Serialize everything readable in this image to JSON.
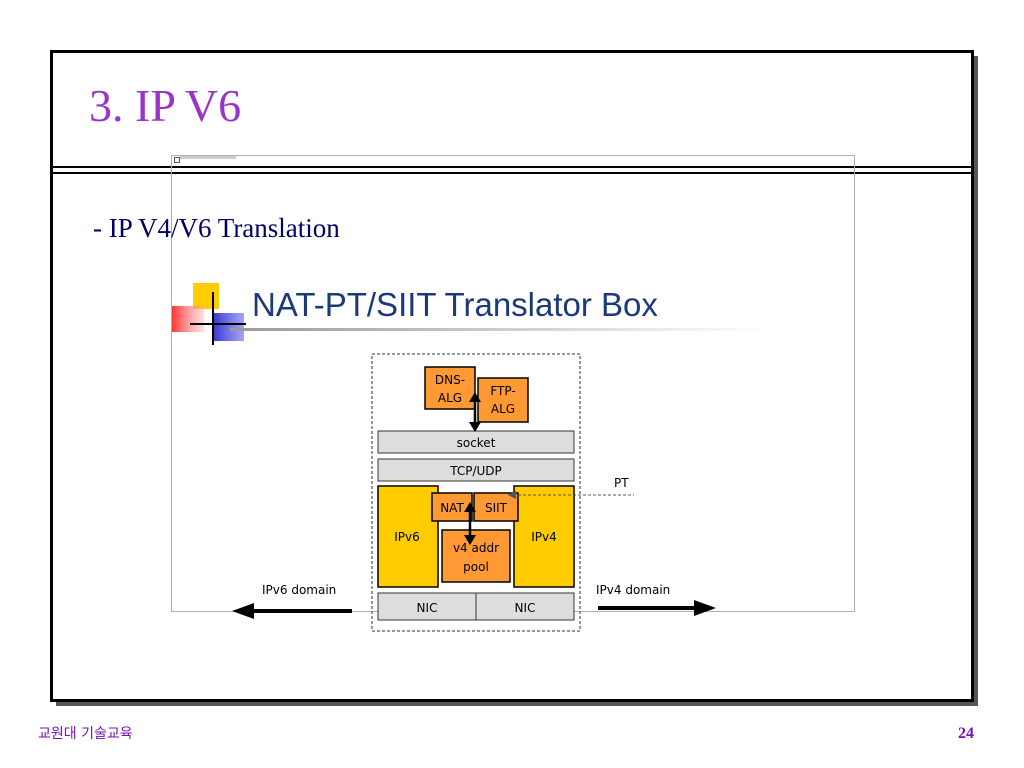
{
  "slide": {
    "title": "3. IP V6",
    "subtitle": "- IP V4/V6 Translation",
    "footer_org": "교원대 기술교육",
    "page_number": "24"
  },
  "figure": {
    "heading": "NAT-PT/SIIT Translator Box",
    "boxes": {
      "dns_alg_line1": "DNS-",
      "dns_alg_line2": "ALG",
      "ftp_alg_line1": "FTP-",
      "ftp_alg_line2": "ALG",
      "socket": "socket",
      "tcp_udp": "TCP/UDP",
      "nat": "NAT",
      "siit": "SIIT",
      "ipv6": "IPv6",
      "ipv4": "IPv4",
      "pool_line1": "v4 addr",
      "pool_line2": "pool",
      "nic_left": "NIC",
      "nic_right": "NIC"
    },
    "labels": {
      "pt": "PT",
      "ipv6_domain": "IPv6 domain",
      "ipv4_domain": "IPv4 domain"
    },
    "colors": {
      "orange": "#ff9933",
      "yellow": "#ffcc00",
      "gray": "#dddddd"
    }
  }
}
